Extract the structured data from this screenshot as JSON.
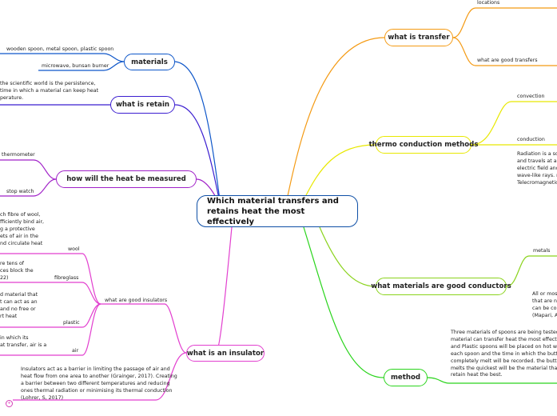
{
  "central_topic": [
    "Which material transfers and",
    "retains heat the most effectively"
  ],
  "colors": {
    "materials": "#0e56c9",
    "retain": "#3b1ed0",
    "measured": "#a020c8",
    "insulator": "#e23fcf",
    "transfer": "#f49a13",
    "thermo": "#e8e800",
    "conductors": "#8ad31c",
    "method": "#2ad41c"
  },
  "branches": {
    "materials": {
      "title": "materials",
      "items": [
        "wooden spoon, metal spoon, plastic spoon",
        "microwave, bunsan burner"
      ]
    },
    "retain": {
      "title": "what is retain",
      "note": [
        "the scientific world is the persistence,",
        "time in which a material can keep heat",
        "perature."
      ]
    },
    "measured": {
      "title": "how will the heat be measured",
      "items": [
        "thermometer",
        "stop watch"
      ]
    },
    "insulator": {
      "title": "what is an insulator",
      "subtopic": "what are good insulators",
      "items": [
        {
          "label": "wool",
          "note": [
            "ch fibre of wool,",
            "fficiently bind air,",
            "g a protective",
            "ets of air in the",
            "nd circulate heat"
          ]
        },
        {
          "label": "fibreglass",
          "note": [
            "re tens of",
            "ces block the",
            "22)"
          ]
        },
        {
          "label": "plastic",
          "note": [
            "d material that",
            "t can act as an",
            "and no free or",
            "rt heat"
          ]
        },
        {
          "label": "air",
          "note": [
            "in which its",
            "at transfer, air is a"
          ]
        }
      ],
      "definition": [
        "Insulators act as a barrier in limiting the passage of air and",
        "heat flow from one area to another (Grainger, 2017). Creating",
        "a barrier between two different temperatures and reducing",
        "ones thermal radiation or minimising its thermal conduction",
        "(Lohrer, S, 2017)"
      ],
      "marker": "+"
    },
    "transfer": {
      "title": "what is transfer",
      "items": [
        "locations",
        "what are good transfers"
      ]
    },
    "thermo": {
      "title": "thermo conduction methods",
      "items": [
        "convection",
        "conduction"
      ],
      "note": [
        "Radiation is a sour",
        "and travels at a u",
        "electric field and a",
        "wave-like rays. rac",
        "Telecromagnetic w"
      ]
    },
    "conductors": {
      "title": "what materials are good conductors",
      "items": [
        "metals"
      ],
      "note": [
        "All or most",
        "that are no",
        "can be colli",
        "(Mapari, A."
      ]
    },
    "method": {
      "title": "method",
      "note": [
        "Three materials of spoons are being tested to s",
        "material can transfer heat the most effectively.",
        "and Plastic spoons will be placed on hot water w",
        "each spoon and the time in which the butter take",
        "completely melt will be recorded. the butter on t",
        "melts the quickest will be the material that can t",
        "retain heat the best."
      ]
    }
  }
}
